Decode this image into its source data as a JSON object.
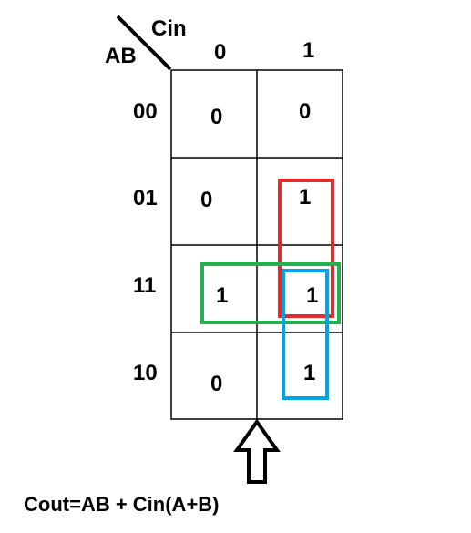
{
  "kmap": {
    "row_variable": "AB",
    "col_variable": "Cin",
    "col_headers": [
      "0",
      "1"
    ],
    "row_headers": [
      "00",
      "01",
      "11",
      "10"
    ],
    "cells": [
      [
        "0",
        "0"
      ],
      [
        "0",
        "1"
      ],
      [
        "1",
        "1"
      ],
      [
        "0",
        "1"
      ]
    ]
  },
  "groups": [
    {
      "color": "#e32b2b",
      "covers": "Cin=1, AB=01 and AB=11"
    },
    {
      "color": "#22b14c",
      "covers": "AB=11, Cin=0 and Cin=1"
    },
    {
      "color": "#00a2e8",
      "covers": "Cin=1, AB=11 and AB=10"
    }
  ],
  "equation": "Cout=AB + Cin(A+B)",
  "colors": {
    "ink": "#000000",
    "background": "#ffffff"
  }
}
